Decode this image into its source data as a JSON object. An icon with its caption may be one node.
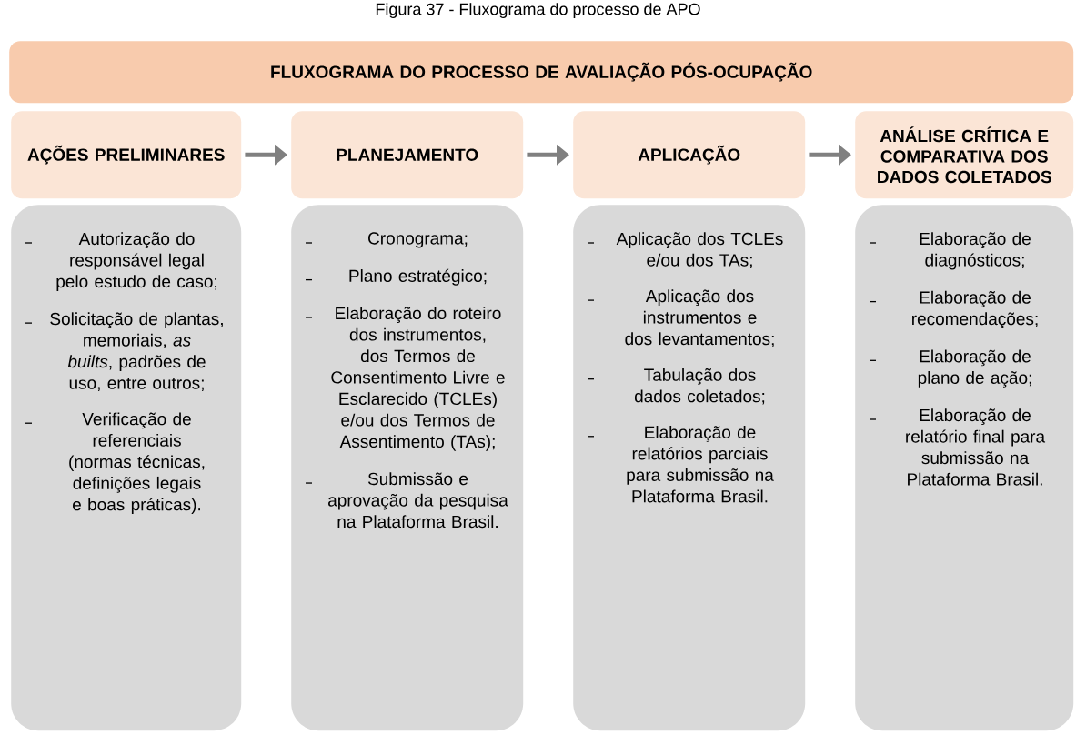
{
  "diagram": {
    "title": "Figura 37 - Fluxograma do processo de APO",
    "nodes": [
      {
        "text": [
          "FLUXOGRAMA DO PROCESSO DE AVALIAÇÃO PÓS-OCUPAÇÃO"
        ]
      },
      {
        "text": [
          "AÇÕES PRELIMINARES"
        ]
      },
      {
        "text": [
          "PLANEJAMENTO"
        ]
      },
      {
        "text": [
          "APLICAÇÃO"
        ]
      },
      {
        "text": [
          "ANÁLISE CRÍTICA E COMPARATIVA DOS DADOS COLETADOS"
        ]
      },
      {
        "text": [
          "Autorização do responsável legal pelo estudo de caso;",
          "Solicitação de plantas, memoriais, *as builts*, padrões de uso, entre outros;",
          "Verificação de referenciais (normas técnicas, definições legais e boas práticas)."
        ]
      },
      {
        "text": [
          "Cronograma;",
          "Plano estratégico;",
          "Elaboração do roteiro dos instrumentos, dos Termos de Consentimento Livre e Esclarecido (TCLEs) e/ou dos Termos de Assentimento (TAs);",
          "Submissão e aprovação da pesquisa na Plataforma Brasil."
        ]
      },
      {
        "text": [
          "Aplicação dos TCLEs e/ou dos TAs;",
          "Aplicação dos instrumentos e dos levantamentos;",
          "Tabulação dos dados coletados;",
          "Elaboração de relatórios parciais para submissão na Plataforma Brasil."
        ]
      },
      {
        "text": [
          "Elaboração de diagnósticos;",
          "Elaboração de recomendações;",
          "Elaboração de plano de ação;",
          "Elaboração de relatório final para submissão na Plataforma Brasil."
        ]
      }
    ],
    "edges": [
      {
        "from": 1,
        "to": 2,
        "arrow": "to"
      },
      {
        "from": 2,
        "to": 3,
        "arrow": "to"
      },
      {
        "from": 3,
        "to": 4,
        "arrow": "to"
      }
    ]
  }
}
